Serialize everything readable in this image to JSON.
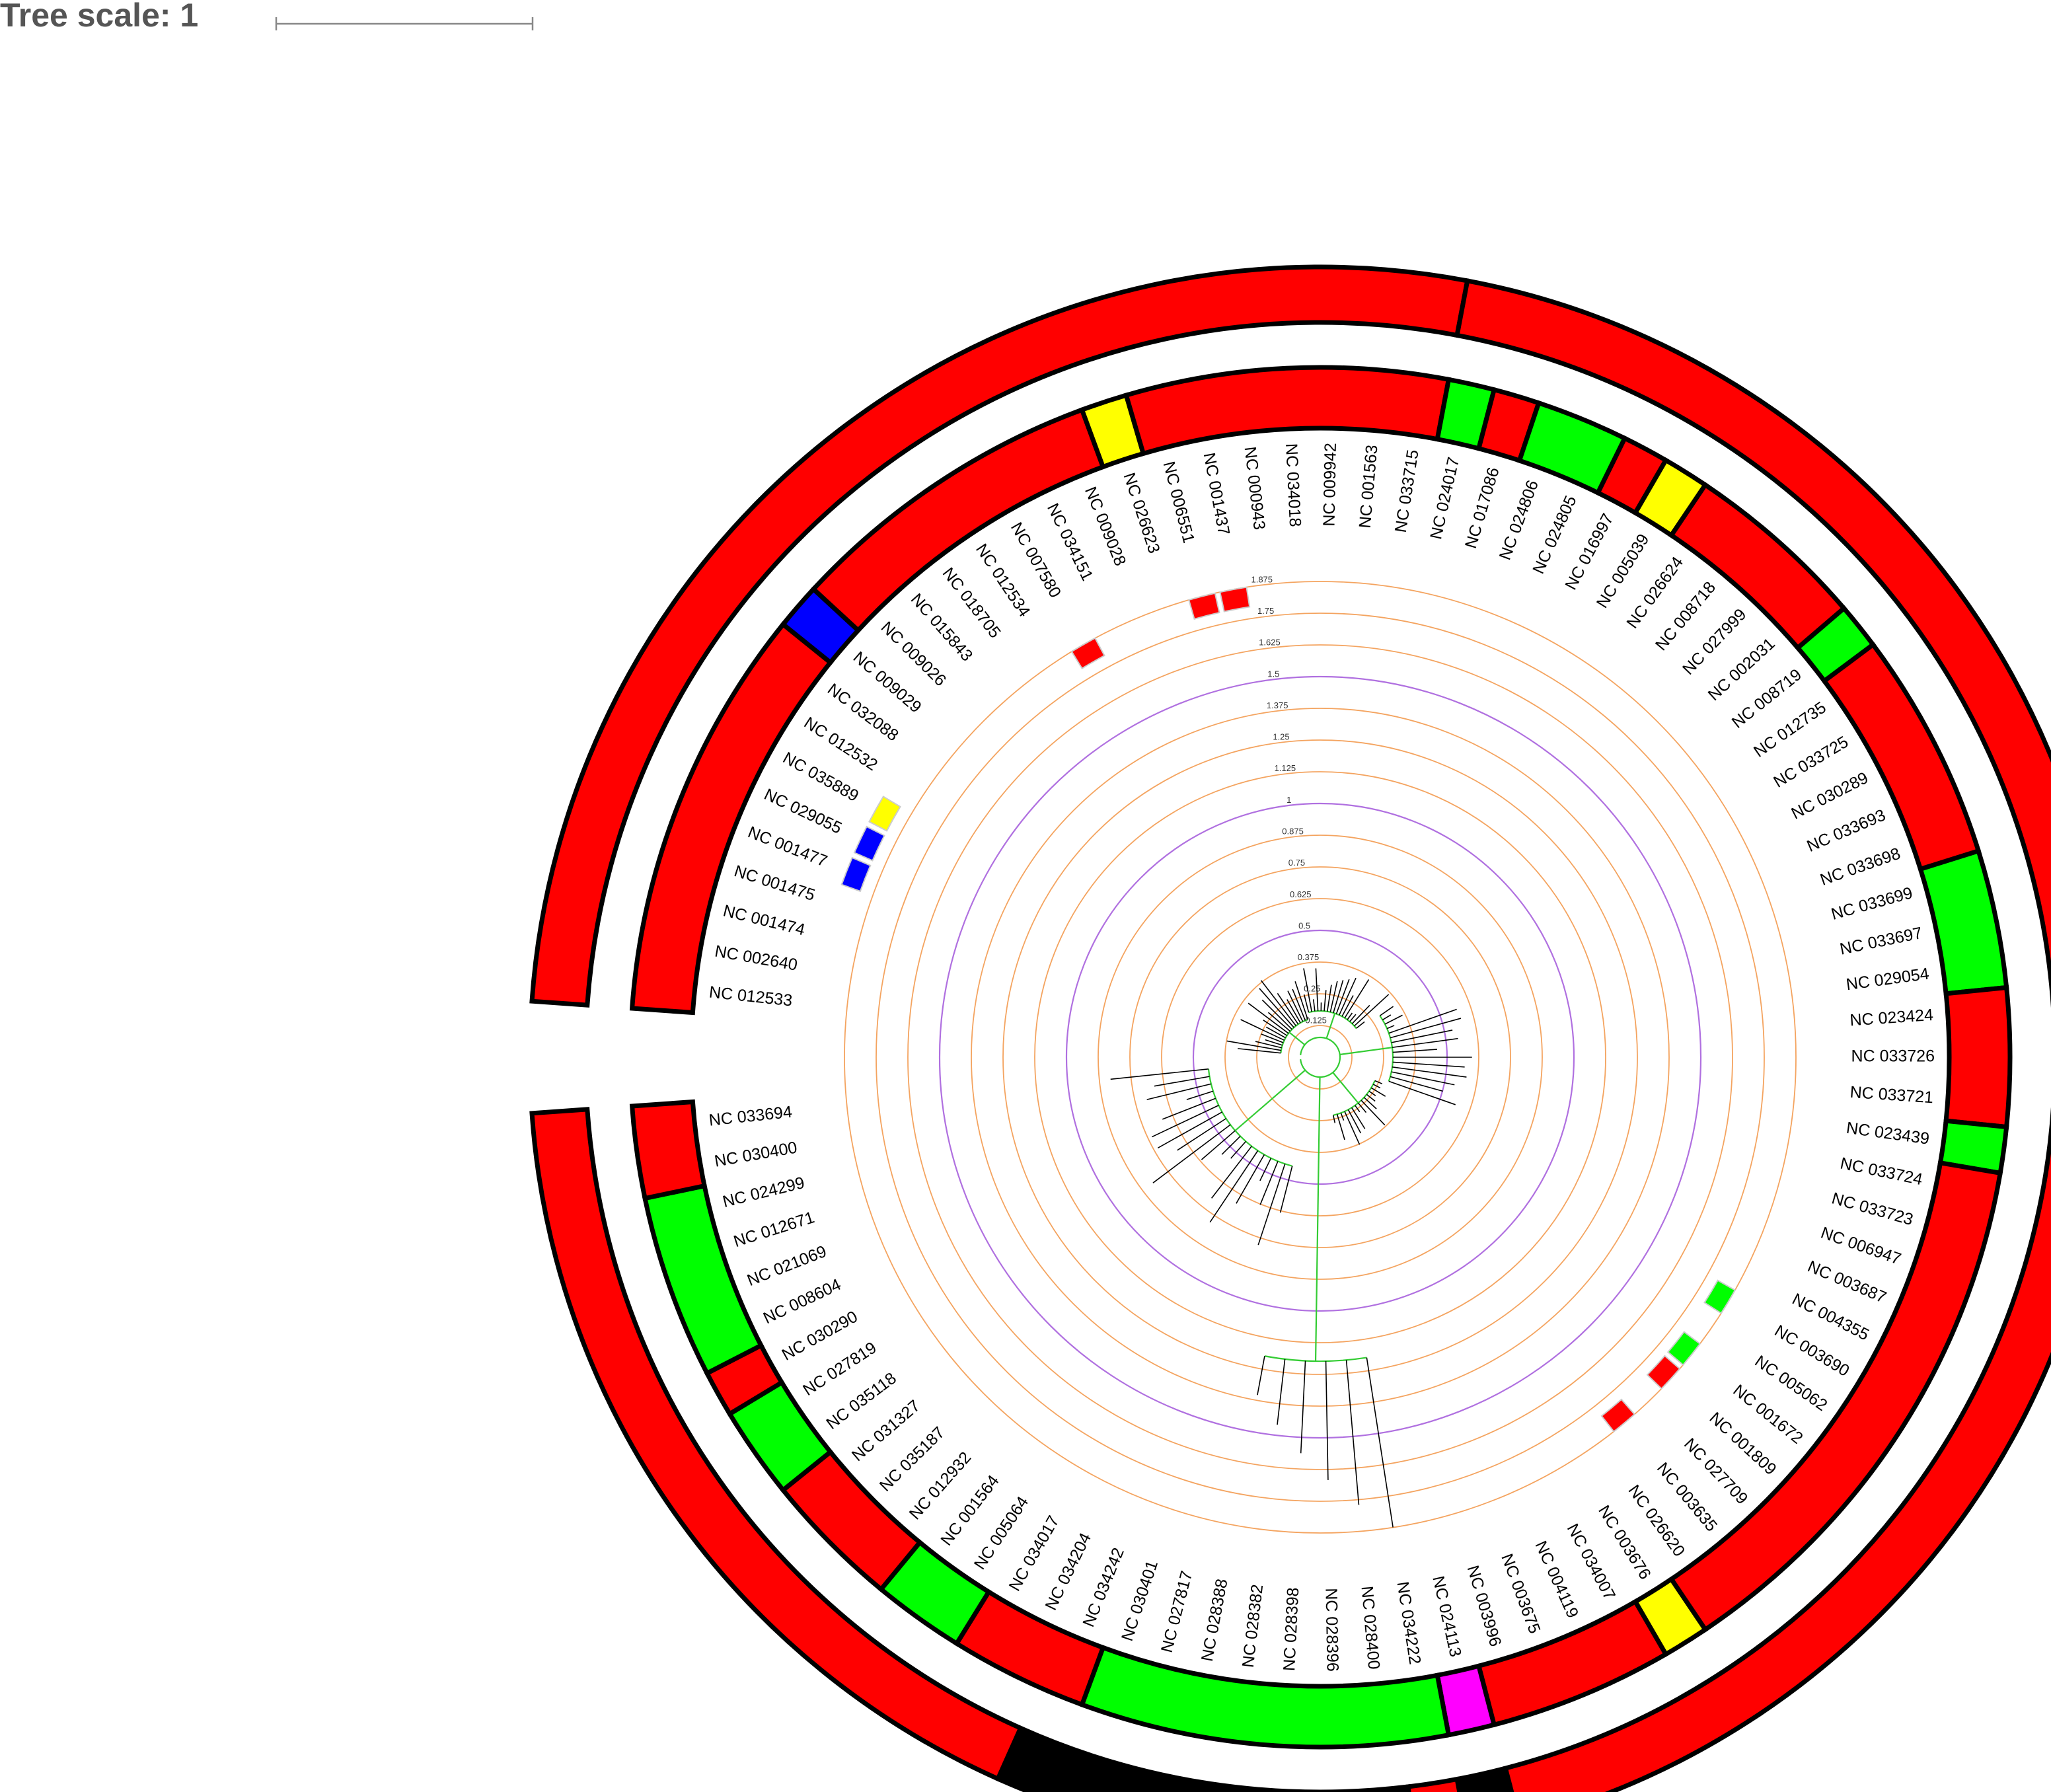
{
  "tree_scale": {
    "title": "Tree scale: 1"
  },
  "leaves": [
    "NC 012533",
    "NC 002640",
    "NC 001474",
    "NC 001475",
    "NC 001477",
    "NC 029055",
    "NC 035889",
    "NC 012532",
    "NC 032088",
    "NC 009029",
    "NC 009026",
    "NC 015843",
    "NC 018705",
    "NC 012534",
    "NC 007580",
    "NC 034151",
    "NC 009028",
    "NC 026623",
    "NC 006551",
    "NC 001437",
    "NC 000943",
    "NC 034018",
    "NC 009942",
    "NC 001563",
    "NC 033715",
    "NC 024017",
    "NC 017086",
    "NC 024806",
    "NC 024805",
    "NC 016997",
    "NC 005039",
    "NC 026624",
    "NC 008718",
    "NC 027999",
    "NC 002031",
    "NC 008719",
    "NC 012735",
    "NC 033725",
    "NC 030289",
    "NC 033693",
    "NC 033698",
    "NC 033699",
    "NC 033697",
    "NC 029054",
    "NC 023424",
    "NC 033726",
    "NC 033721",
    "NC 023439",
    "NC 033724",
    "NC 033723",
    "NC 006947",
    "NC 003687",
    "NC 004355",
    "NC 003690",
    "NC 005062",
    "NC 001672",
    "NC 001809",
    "NC 027709",
    "NC 003635",
    "NC 026620",
    "NC 003676",
    "NC 034007",
    "NC 004119",
    "NC 003675",
    "NC 003996",
    "NC 024113",
    "NC 034222",
    "NC 028400",
    "NC 028396",
    "NC 028398",
    "NC 028382",
    "NC 028388",
    "NC 027817",
    "NC 030401",
    "NC 034242",
    "NC 034204",
    "NC 034017",
    "NC 005064",
    "NC 001564",
    "NC 012932",
    "NC 035187",
    "NC 031327",
    "NC 035118",
    "NC 027819",
    "NC 030290",
    "NC 008604",
    "NC 021069",
    "NC 012671",
    "NC 024299",
    "NC 030400",
    "NC 033694"
  ],
  "ring_labels": [
    "0.125",
    "0.25",
    "0.375",
    "0.5",
    "0.625",
    "0.75",
    "0.875",
    "1",
    "1.125",
    "1.25",
    "1.375",
    "1.5",
    "1.625",
    "1.75",
    "1.875"
  ],
  "colors": {
    "red": "#ff0000",
    "green": "#00ff00",
    "blue": "#0000ff",
    "yellow": "#ffff00",
    "black": "#000000",
    "magenta": "#ff00ff",
    "ring_orange": "#f4a460",
    "ring_purple": "#b070e0",
    "branch_green": "#33cc33"
  },
  "inner_strip": [
    {
      "from": "NC 012533",
      "to": "NC 032088",
      "color": "red"
    },
    {
      "from": "NC 009029",
      "to": "NC 009029",
      "color": "blue"
    },
    {
      "from": "NC 009026",
      "to": "NC 009028",
      "color": "red"
    },
    {
      "from": "NC 026623",
      "to": "NC 026623",
      "color": "yellow"
    },
    {
      "from": "NC 006551",
      "to": "NC 033715",
      "color": "red"
    },
    {
      "from": "NC 024017",
      "to": "NC 024017",
      "color": "green"
    },
    {
      "from": "NC 017086",
      "to": "NC 017086",
      "color": "red"
    },
    {
      "from": "NC 024806",
      "to": "NC 024805",
      "color": "green"
    },
    {
      "from": "NC 016997",
      "to": "NC 016997",
      "color": "red"
    },
    {
      "from": "NC 005039",
      "to": "NC 005039",
      "color": "yellow"
    },
    {
      "from": "NC 026624",
      "to": "NC 002031",
      "color": "red"
    },
    {
      "from": "NC 008719",
      "to": "NC 008719",
      "color": "green"
    },
    {
      "from": "NC 012735",
      "to": "NC 033698",
      "color": "red"
    },
    {
      "from": "NC 033699",
      "to": "NC 029054",
      "color": "green"
    },
    {
      "from": "NC 023424",
      "to": "NC 033721",
      "color": "red"
    },
    {
      "from": "NC 023439",
      "to": "NC 023439",
      "color": "green"
    },
    {
      "from": "NC 033724",
      "to": "NC 026620",
      "color": "red"
    },
    {
      "from": "NC 003676",
      "to": "NC 003676",
      "color": "yellow"
    },
    {
      "from": "NC 034007",
      "to": "NC 003996",
      "color": "red"
    },
    {
      "from": "NC 024113",
      "to": "NC 024113",
      "color": "magenta"
    },
    {
      "from": "NC 034222",
      "to": "NC 030401",
      "color": "green"
    },
    {
      "from": "NC 034242",
      "to": "NC 034017",
      "color": "red"
    },
    {
      "from": "NC 005064",
      "to": "NC 001564",
      "color": "green"
    },
    {
      "from": "NC 012932",
      "to": "NC 031327",
      "color": "red"
    },
    {
      "from": "NC 035118",
      "to": "NC 027819",
      "color": "green"
    },
    {
      "from": "NC 030290",
      "to": "NC 030290",
      "color": "red"
    },
    {
      "from": "NC 008604",
      "to": "NC 024299",
      "color": "green"
    },
    {
      "from": "NC 030400",
      "to": "NC 033694",
      "color": "red"
    }
  ],
  "outer_strip": [
    {
      "from": "NC 012533",
      "to": "NC 033715",
      "color": "red"
    },
    {
      "from": "NC 024017",
      "to": "NC 003996",
      "color": "red"
    },
    {
      "from": "NC 024113",
      "to": "NC 024113",
      "color": "black"
    },
    {
      "from": "NC 034222",
      "to": "NC 034222",
      "color": "red"
    },
    {
      "from": "NC 028400",
      "to": "NC 034242",
      "color": "black"
    },
    {
      "from": "NC 034204",
      "to": "NC 033694",
      "color": "red"
    }
  ],
  "leaf_markers": [
    {
      "leaf": "NC 001477",
      "color": "blue"
    },
    {
      "leaf": "NC 029055",
      "color": "blue"
    },
    {
      "leaf": "NC 035889",
      "color": "yellow"
    },
    {
      "leaf": "NC 007580",
      "color": "red"
    },
    {
      "leaf": "NC 006551",
      "color": "red"
    },
    {
      "leaf": "NC 001437",
      "color": "red"
    },
    {
      "leaf": "NC 003635",
      "color": "red"
    },
    {
      "leaf": "NC 001809",
      "color": "red"
    },
    {
      "leaf": "NC 001672",
      "color": "green"
    },
    {
      "leaf": "NC 003690",
      "color": "green"
    }
  ]
}
